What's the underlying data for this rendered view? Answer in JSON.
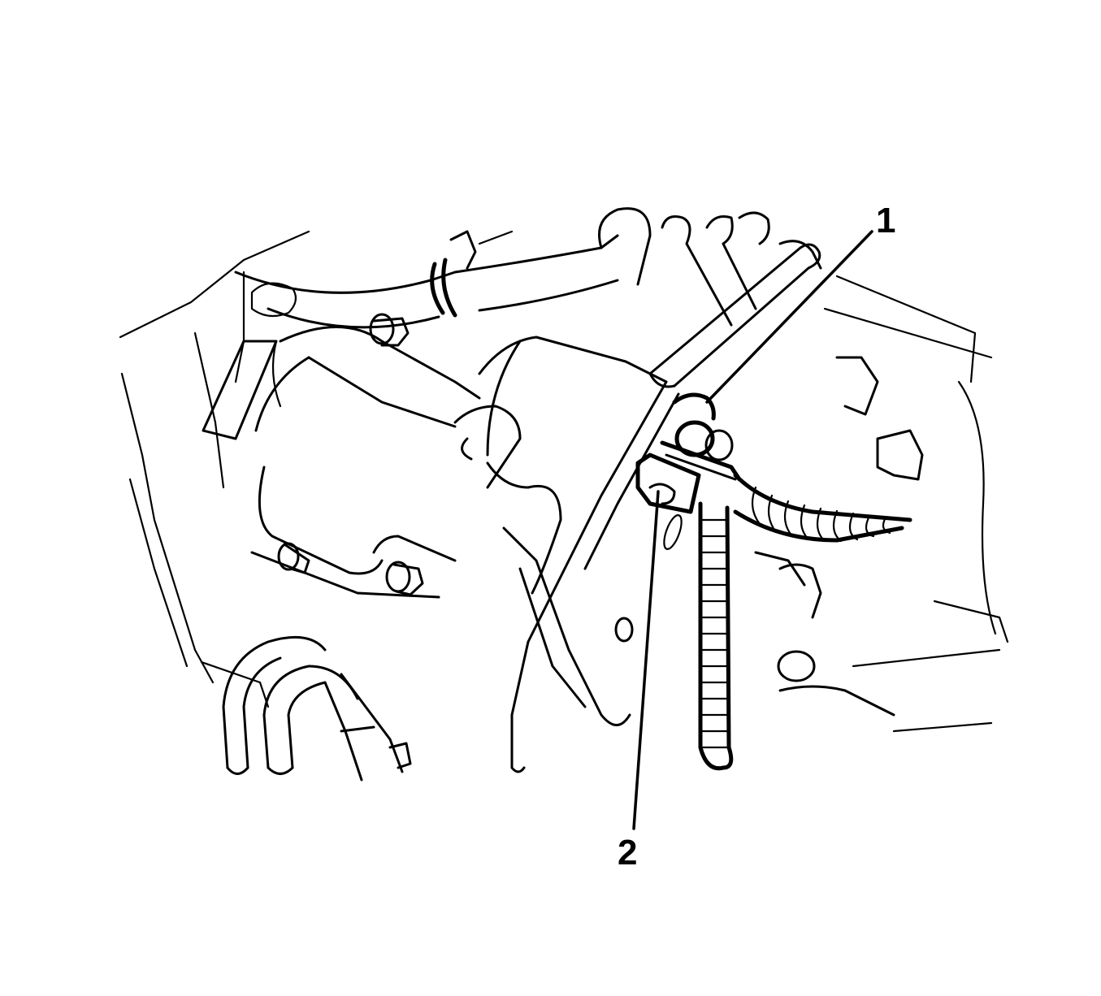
{
  "figure": {
    "type": "technical line drawing",
    "subject": "starter motor installation with wiring harness and terminal nut",
    "background_color": "#ffffff",
    "line_color": "#000000"
  },
  "callouts": [
    {
      "id": "1",
      "label": "1",
      "target": "starter solenoid terminal nut"
    },
    {
      "id": "2",
      "label": "2",
      "target": "solenoid S-terminal connector"
    }
  ]
}
